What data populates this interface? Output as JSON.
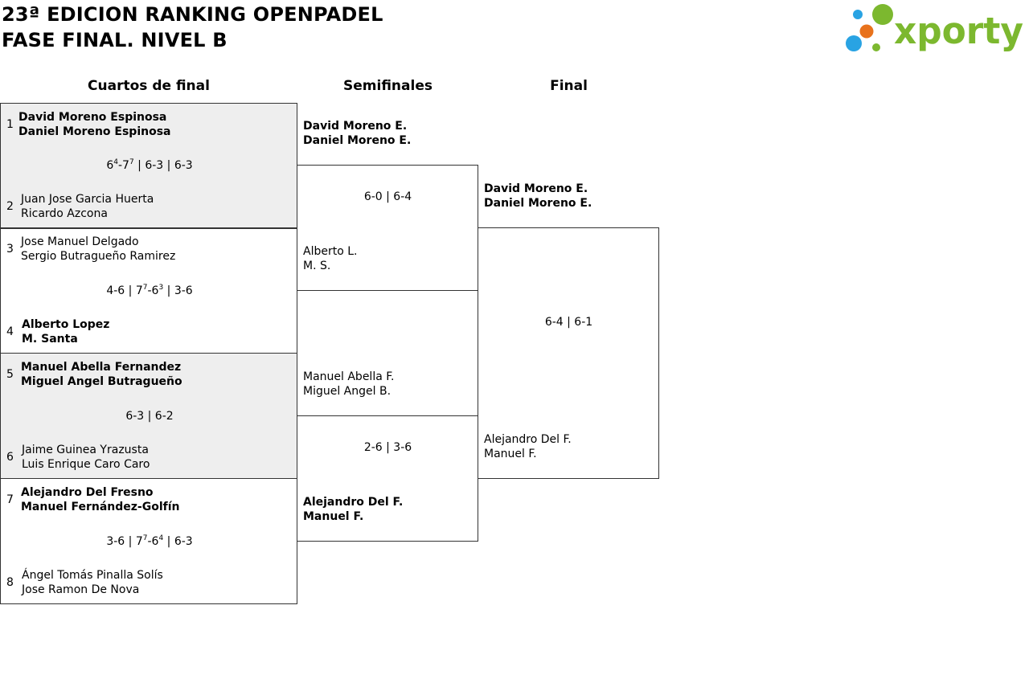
{
  "header": {
    "title_line1": "23ª EDICION RANKING OPENPADEL",
    "title_line2": "FASE FINAL. NIVEL B",
    "brand": "xporty",
    "brand_colors": {
      "green": "#7cb82f",
      "blue": "#29a3e3",
      "orange": "#e8721c"
    }
  },
  "rounds": {
    "quarterfinals": "Cuartos de final",
    "semifinals": "Semifinales",
    "final": "Final"
  },
  "quarterfinals": [
    {
      "top": {
        "seed": "1",
        "p1": "David Moreno Espinosa",
        "p2": "Daniel Moreno Espinosa"
      },
      "bottom": {
        "seed": "2",
        "p1": "Juan Jose Garcia Huerta",
        "p2": "Ricardo Azcona"
      },
      "score": [
        {
          "a": "6",
          "sa": "4",
          "b": "7",
          "sb": "7"
        },
        {
          "text": "6-3"
        },
        {
          "text": "6-3"
        }
      ]
    },
    {
      "top": {
        "seed": "3",
        "p1": "Jose Manuel Delgado",
        "p2": "Sergio Butragueño Ramirez"
      },
      "bottom": {
        "seed": "4",
        "p1": "Alberto Lopez",
        "p2": "M. Santa"
      },
      "score": [
        {
          "text": "4-6"
        },
        {
          "a": "7",
          "sa": "7",
          "b": "6",
          "sb": "3"
        },
        {
          "text": "3-6"
        }
      ]
    },
    {
      "top": {
        "seed": "5",
        "p1": "Manuel Abella Fernandez",
        "p2": "Miguel Angel Butragueño"
      },
      "bottom": {
        "seed": "6",
        "p1": "Jaime Guinea Yrazusta",
        "p2": "Luis Enrique Caro Caro"
      },
      "score_text": "6-3 | 6-2"
    },
    {
      "top": {
        "seed": "7",
        "p1": "Alejandro Del Fresno",
        "p2": "Manuel Fernández-Golfín"
      },
      "bottom": {
        "seed": "8",
        "p1": "Ángel Tomás Pinalla Solís",
        "p2": "Jose Ramon De Nova"
      },
      "score": [
        {
          "text": "3-6"
        },
        {
          "a": "7",
          "sa": "7",
          "b": "6",
          "sb": "4"
        },
        {
          "text": "6-3"
        }
      ]
    }
  ],
  "semifinals": [
    {
      "top": {
        "p1": "David Moreno E.",
        "p2": "Daniel Moreno E."
      },
      "bottom": {
        "p1": "Alberto L.",
        "p2": "M. S."
      },
      "score_text": "6-0 | 6-4"
    },
    {
      "top": {
        "p1": "Manuel Abella F.",
        "p2": "Miguel Angel B."
      },
      "bottom": {
        "p1": "Alejandro Del F.",
        "p2": "Manuel F."
      },
      "score_text": "2-6 | 3-6"
    }
  ],
  "final": {
    "top": {
      "p1": "David Moreno E.",
      "p2": "Daniel Moreno E."
    },
    "bottom": {
      "p1": "Alejandro Del F.",
      "p2": "Manuel F."
    },
    "score_text": "6-4 | 6-1"
  }
}
